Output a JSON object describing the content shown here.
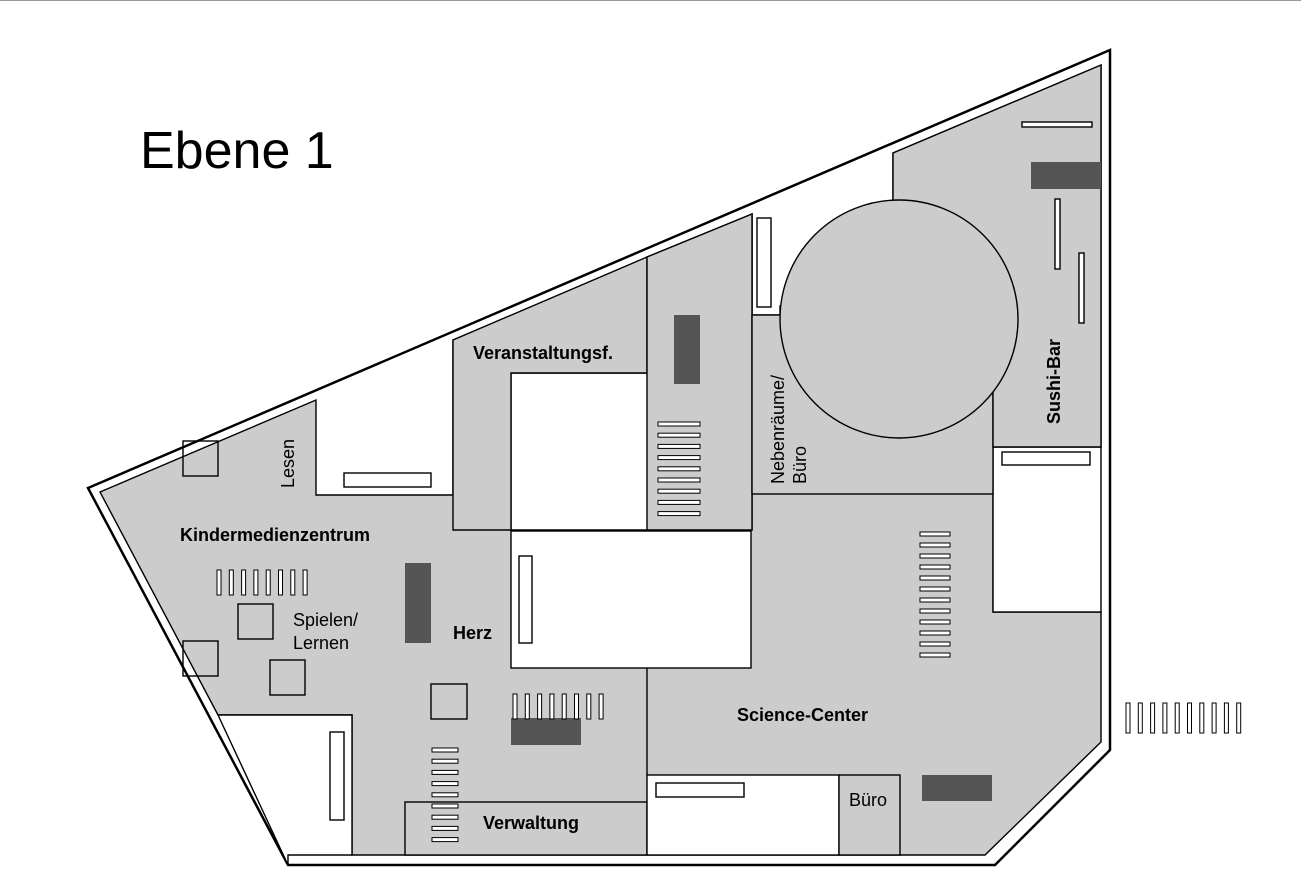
{
  "map": {
    "title": "Ebene 1",
    "colors": {
      "floor": "#cccccc",
      "furniture_dark": "#555555",
      "wall": "#000000",
      "void": "#ffffff"
    },
    "labels": {
      "veranstaltung": "Veranstaltungsf.",
      "lesen": "Lesen",
      "kindermedien": "Kindermedienzentrum",
      "spielen_1": "Spielen/",
      "spielen_2": "Lernen",
      "herz": "Herz",
      "verwaltung": "Verwaltung",
      "science": "Science-Center",
      "buero": "Büro",
      "neben_1": "Nebenräume/",
      "neben_2": "Büro",
      "sushi": "Sushi-Bar"
    }
  }
}
